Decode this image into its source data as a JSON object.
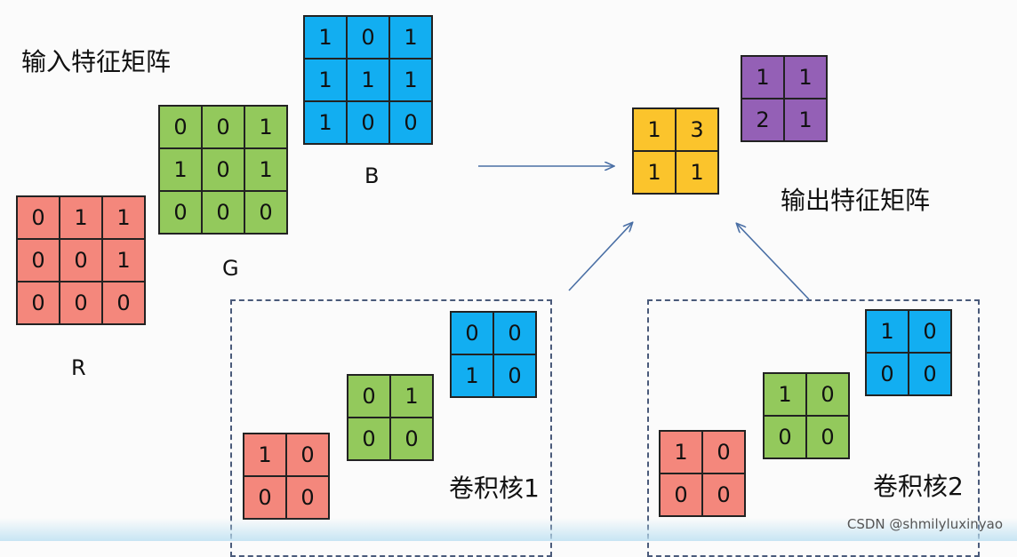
{
  "input_title": "输入特征矩阵",
  "output_title": "输出特征矩阵",
  "channels": {
    "R": {
      "label": "R",
      "values": [
        [
          "0",
          "1",
          "1"
        ],
        [
          "0",
          "0",
          "1"
        ],
        [
          "0",
          "0",
          "0"
        ]
      ]
    },
    "G": {
      "label": "G",
      "values": [
        [
          "0",
          "0",
          "1"
        ],
        [
          "1",
          "0",
          "1"
        ],
        [
          "0",
          "0",
          "0"
        ]
      ]
    },
    "B": {
      "label": "B",
      "values": [
        [
          "1",
          "0",
          "1"
        ],
        [
          "1",
          "1",
          "1"
        ],
        [
          "1",
          "0",
          "0"
        ]
      ]
    }
  },
  "kernel1": {
    "label": "卷积核1",
    "R": [
      [
        "1",
        "0"
      ],
      [
        "0",
        "0"
      ]
    ],
    "G": [
      [
        "0",
        "1"
      ],
      [
        "0",
        "0"
      ]
    ],
    "B": [
      [
        "0",
        "0"
      ],
      [
        "1",
        "0"
      ]
    ]
  },
  "kernel2": {
    "label": "卷积核2",
    "R": [
      [
        "1",
        "0"
      ],
      [
        "0",
        "0"
      ]
    ],
    "G": [
      [
        "1",
        "0"
      ],
      [
        "0",
        "0"
      ]
    ],
    "B": [
      [
        "1",
        "0"
      ],
      [
        "0",
        "0"
      ]
    ]
  },
  "output": {
    "yellow": [
      [
        "1",
        "3"
      ],
      [
        "1",
        "1"
      ]
    ],
    "purple": [
      [
        "1",
        "1"
      ],
      [
        "2",
        "1"
      ]
    ]
  },
  "watermark": "CSDN @shmilyluxinyao",
  "colors": {
    "red": "#f4877c",
    "green": "#93c95c",
    "blue": "#12aef1",
    "yellow": "#fbc42c",
    "purple": "#9460b6"
  }
}
